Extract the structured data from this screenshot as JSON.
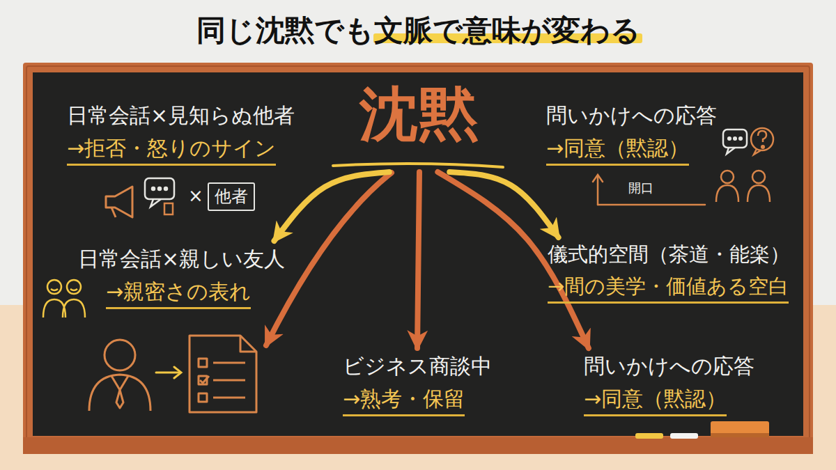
{
  "diagram": {
    "title": "同じ沈黙でも文脈で意味が変わる",
    "nodes": [
      {
        "text": [
          "日常会話×見知らぬ他者",
          "→拒否・怒りのサイン"
        ]
      },
      {
        "text": [
          "沈黙"
        ]
      },
      {
        "text": [
          "問いかけへの応答",
          "→同意（黙認）"
        ]
      },
      {
        "text": [
          "他者"
        ]
      },
      {
        "text": [
          "日常会話×親しい友人",
          "→親密さの表れ"
        ]
      },
      {
        "text": [
          "儀式的空間（茶道・能楽）",
          "→間の美学・価値ある空白"
        ]
      },
      {
        "text": [
          "ビジネス商談中",
          "→熟考・保留"
        ]
      },
      {
        "text": [
          "問いかけへの応答",
          "→同意（黙認）"
        ]
      }
    ],
    "edges": [
      {
        "from": 1,
        "to": 4,
        "arrow": "to"
      },
      {
        "from": 1,
        "to": 5,
        "arrow": "to"
      },
      {
        "from": 1,
        "to": 6,
        "arrow": "to"
      },
      {
        "from": 1,
        "to": 7,
        "arrow": "to"
      }
    ],
    "labels": [
      "×",
      "開口"
    ]
  }
}
